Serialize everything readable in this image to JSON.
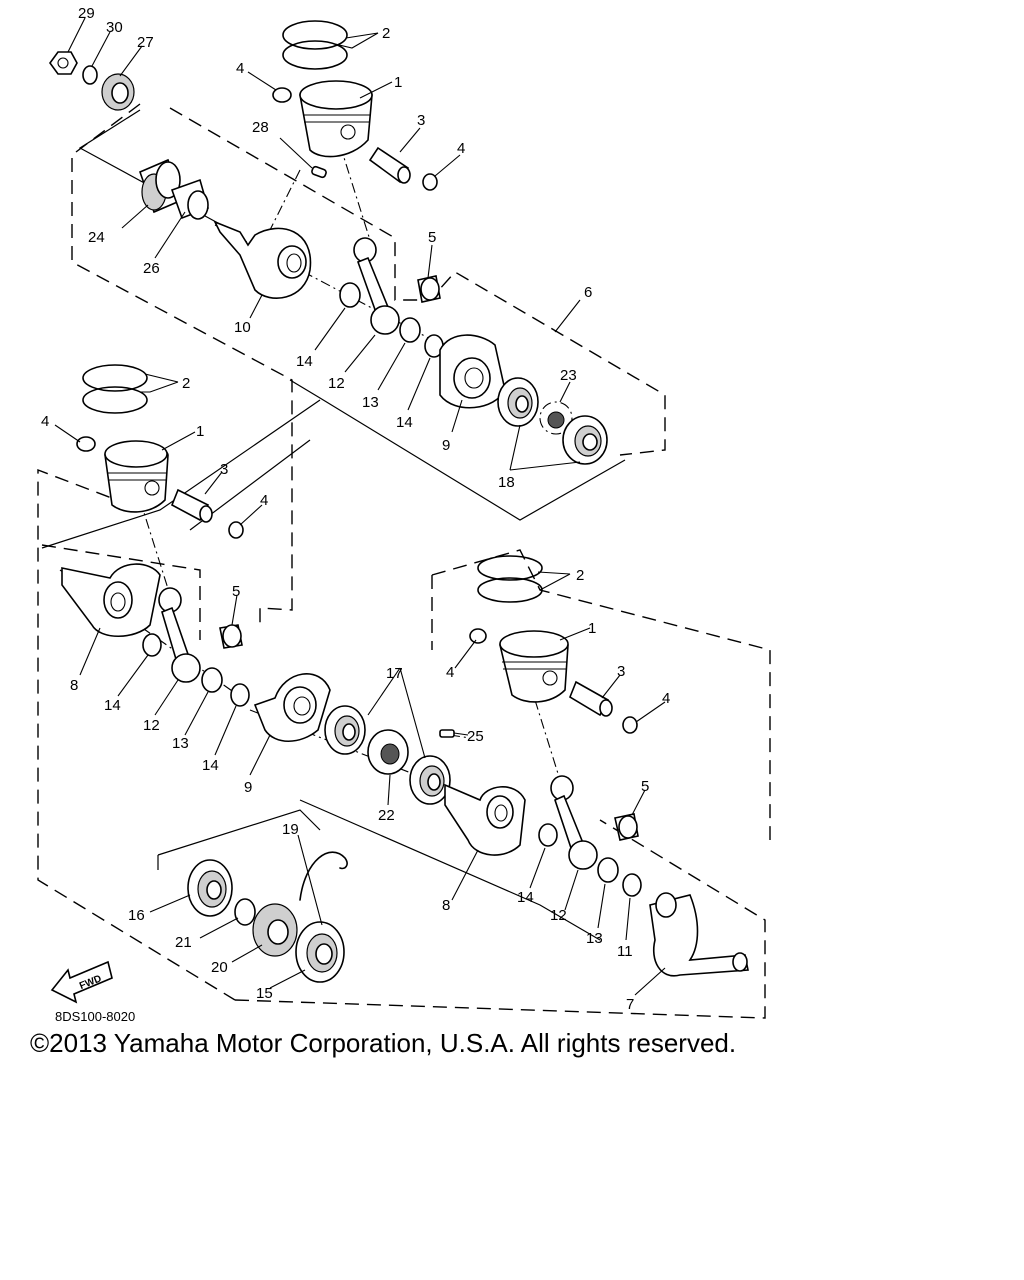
{
  "drawing_id": "8DS100-8020",
  "fwd_label": "FWD",
  "copyright": "©2013 Yamaha Motor Corporation, U.S.A. All rights reserved.",
  "callouts": {
    "c29": "29",
    "c30": "30",
    "c27": "27",
    "c2a": "2",
    "c4a": "4",
    "c1a": "1",
    "c28": "28",
    "c3a": "3",
    "c4b": "4",
    "c24": "24",
    "c26": "26",
    "c5a": "5",
    "c10": "10",
    "c6": "6",
    "c14a": "14",
    "c12a": "12",
    "c13a": "13",
    "c14b": "14",
    "c23": "23",
    "c9a": "9",
    "c18": "18",
    "c2b": "2",
    "c4c": "4",
    "c1b": "1",
    "c3b": "3",
    "c4d": "4",
    "c5b": "5",
    "c8a": "8",
    "c14c": "14",
    "c12b": "12",
    "c13b": "13",
    "c14d": "14",
    "c9b": "9",
    "c17": "17",
    "c25": "25",
    "c22": "22",
    "c2c": "2",
    "c1c": "1",
    "c4e": "4",
    "c3c": "3",
    "c4f": "4",
    "c5c": "5",
    "c19": "19",
    "c16": "16",
    "c21": "21",
    "c20": "20",
    "c15": "15",
    "c8b": "8",
    "c14e": "14",
    "c12c": "12",
    "c13c": "13",
    "c11": "11",
    "c7": "7"
  }
}
